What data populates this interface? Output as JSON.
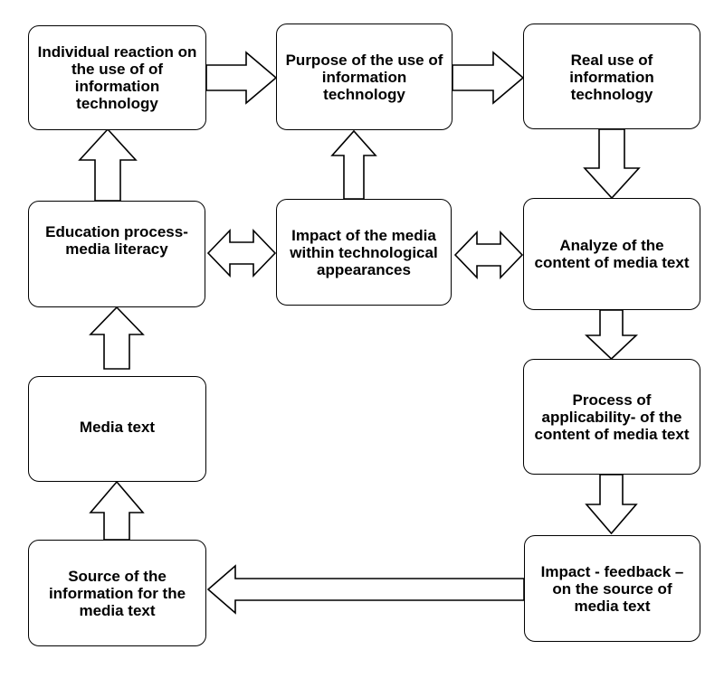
{
  "nodes": {
    "individual_reaction": "Individual reaction on the use of of information technology",
    "purpose_of_use": "Purpose of the use of information technology",
    "real_use": "Real use of information technology",
    "education_process": "Education process-  media literacy",
    "impact_of_media": "Impact of the media within technological appearances",
    "analyze_content": "Analyze of the content of media text",
    "media_text": "Media text",
    "process_applicability": "Process  of applicability- of the content of media text",
    "source_of_information": "Source of the information for the media text",
    "impact_feedback": "Impact - feedback – on the source of media text"
  },
  "colors": {
    "stroke": "#000000",
    "fill": "#ffffff"
  }
}
